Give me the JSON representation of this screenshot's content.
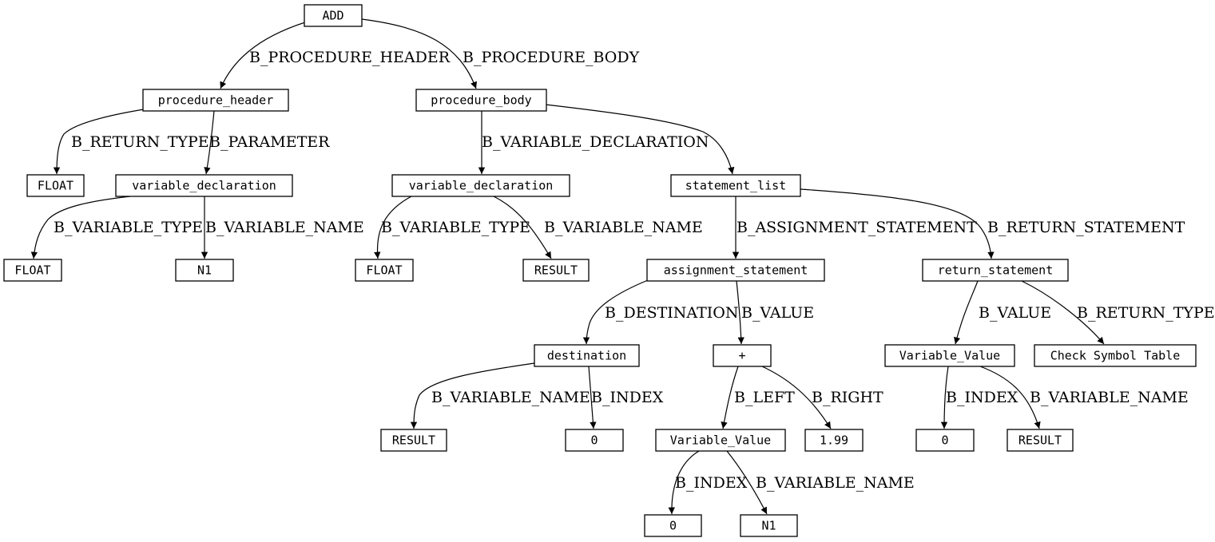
{
  "nodes": [
    {
      "id": "add",
      "label": "ADD"
    },
    {
      "id": "proc_header",
      "label": "procedure_header"
    },
    {
      "id": "proc_body",
      "label": "procedure_body"
    },
    {
      "id": "float_1",
      "label": "FLOAT"
    },
    {
      "id": "var_decl_1",
      "label": "variable_declaration"
    },
    {
      "id": "var_decl_2",
      "label": "variable_declaration"
    },
    {
      "id": "stmt_list",
      "label": "statement_list"
    },
    {
      "id": "float_2",
      "label": "FLOAT"
    },
    {
      "id": "n1_1",
      "label": "N1"
    },
    {
      "id": "float_3",
      "label": "FLOAT"
    },
    {
      "id": "result_1",
      "label": "RESULT"
    },
    {
      "id": "assign_stmt",
      "label": "assignment_statement"
    },
    {
      "id": "return_stmt",
      "label": "return_statement"
    },
    {
      "id": "destination",
      "label": "destination"
    },
    {
      "id": "plus",
      "label": "+"
    },
    {
      "id": "var_value_1",
      "label": "Variable_Value"
    },
    {
      "id": "check_symbol",
      "label": "Check Symbol Table"
    },
    {
      "id": "result_2",
      "label": "RESULT"
    },
    {
      "id": "zero_1",
      "label": "0"
    },
    {
      "id": "var_value_2",
      "label": "Variable_Value"
    },
    {
      "id": "num_199",
      "label": "1.99"
    },
    {
      "id": "zero_2",
      "label": "0"
    },
    {
      "id": "result_3",
      "label": "RESULT"
    },
    {
      "id": "zero_3",
      "label": "0"
    },
    {
      "id": "n1_2",
      "label": "N1"
    }
  ],
  "edges": [
    {
      "from": "add",
      "to": "proc_header",
      "label": "B_PROCEDURE_HEADER"
    },
    {
      "from": "add",
      "to": "proc_body",
      "label": "B_PROCEDURE_BODY"
    },
    {
      "from": "proc_header",
      "to": "float_1",
      "label": "B_RETURN_TYPE"
    },
    {
      "from": "proc_header",
      "to": "var_decl_1",
      "label": "B_PARAMETER"
    },
    {
      "from": "proc_body",
      "to": "var_decl_2",
      "label": "B_VARIABLE_DECLARATION"
    },
    {
      "from": "proc_body",
      "to": "stmt_list",
      "label": ""
    },
    {
      "from": "var_decl_1",
      "to": "float_2",
      "label": "B_VARIABLE_TYPE"
    },
    {
      "from": "var_decl_1",
      "to": "n1_1",
      "label": "B_VARIABLE_NAME"
    },
    {
      "from": "var_decl_2",
      "to": "float_3",
      "label": "B_VARIABLE_TYPE"
    },
    {
      "from": "var_decl_2",
      "to": "result_1",
      "label": "B_VARIABLE_NAME"
    },
    {
      "from": "stmt_list",
      "to": "assign_stmt",
      "label": "B_ASSIGNMENT_STATEMENT"
    },
    {
      "from": "stmt_list",
      "to": "return_stmt",
      "label": "B_RETURN_STATEMENT"
    },
    {
      "from": "assign_stmt",
      "to": "destination",
      "label": "B_DESTINATION"
    },
    {
      "from": "assign_stmt",
      "to": "plus",
      "label": "B_VALUE"
    },
    {
      "from": "return_stmt",
      "to": "var_value_1",
      "label": "B_VALUE"
    },
    {
      "from": "return_stmt",
      "to": "check_symbol",
      "label": "B_RETURN_TYPE"
    },
    {
      "from": "destination",
      "to": "result_2",
      "label": "B_VARIABLE_NAME"
    },
    {
      "from": "destination",
      "to": "zero_1",
      "label": "B_INDEX"
    },
    {
      "from": "plus",
      "to": "var_value_2",
      "label": "B_LEFT"
    },
    {
      "from": "plus",
      "to": "num_199",
      "label": "B_RIGHT"
    },
    {
      "from": "var_value_1",
      "to": "zero_2",
      "label": "B_INDEX"
    },
    {
      "from": "var_value_1",
      "to": "result_3",
      "label": "B_VARIABLE_NAME"
    },
    {
      "from": "var_value_2",
      "to": "zero_3",
      "label": "B_INDEX"
    },
    {
      "from": "var_value_2",
      "to": "n1_2",
      "label": "B_VARIABLE_NAME"
    }
  ]
}
